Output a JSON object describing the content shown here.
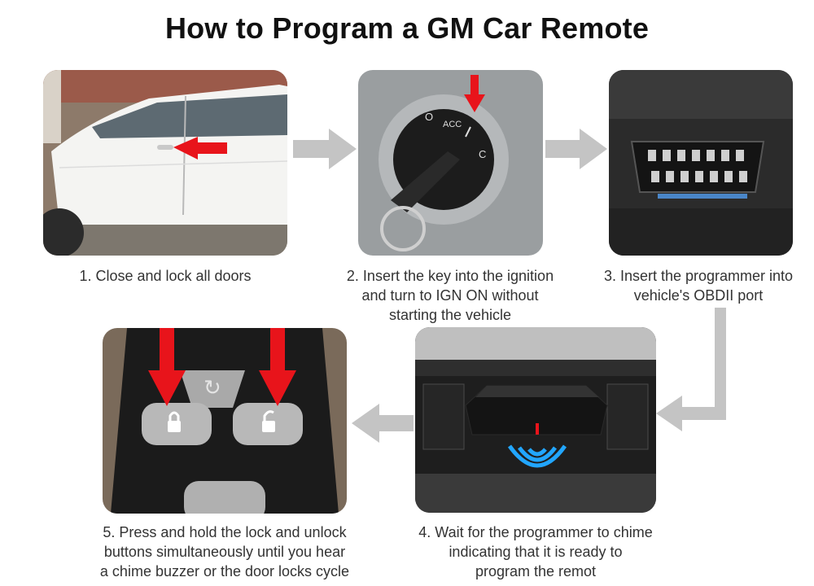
{
  "title": "How to Program a GM Car Remote",
  "steps": [
    {
      "lines": [
        "1. Close and lock all doors"
      ]
    },
    {
      "lines": [
        "2. Insert the key into the ignition",
        "and turn to IGN ON without",
        "starting the vehicle"
      ]
    },
    {
      "lines": [
        "3. Insert the programmer into",
        "vehicle's OBDII port"
      ]
    },
    {
      "lines": [
        "4. Wait for the programmer to chime",
        "indicating that it is ready to",
        "program the remot"
      ]
    },
    {
      "lines": [
        "5. Press and hold the lock and unlock",
        "buttons simultaneously until you hear",
        "a chime buzzer or the door locks cycle"
      ]
    }
  ],
  "ignition_labels": {
    "off": "O",
    "acc": "ACC",
    "start": "C"
  },
  "colors": {
    "flow_arrow": "#c4c4c4",
    "indicator_arrow": "#e8141b",
    "chime_glow": "#22a6ff"
  }
}
